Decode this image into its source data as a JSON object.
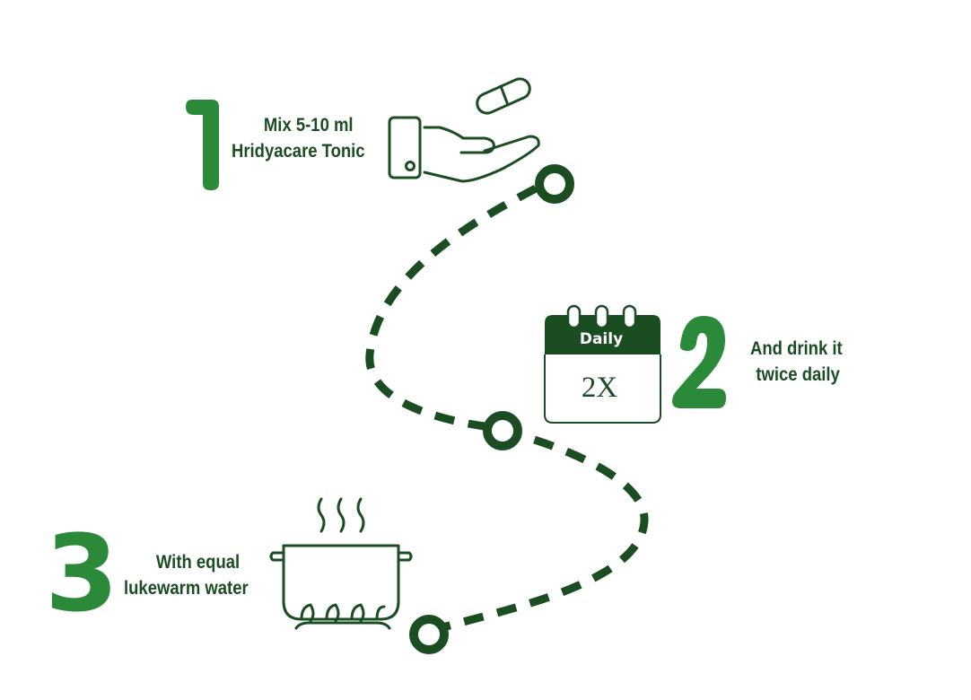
{
  "colors": {
    "accent_green": "#2b8a3a",
    "dark_green": "#1b4d22",
    "background": "#ffffff"
  },
  "steps": [
    {
      "number": "1",
      "line1": "Mix 5-10 ml",
      "line2": "Hridyacare Tonic",
      "icon": "hand-with-capsule-icon"
    },
    {
      "number": "2",
      "line1": "And drink it",
      "line2": "twice daily",
      "icon": "calendar-icon",
      "calendar": {
        "header": "Daily",
        "value": "2X"
      }
    },
    {
      "number": "3",
      "line1": "With equal",
      "line2": "lukewarm water",
      "icon": "cooking-pot-icon"
    }
  ]
}
